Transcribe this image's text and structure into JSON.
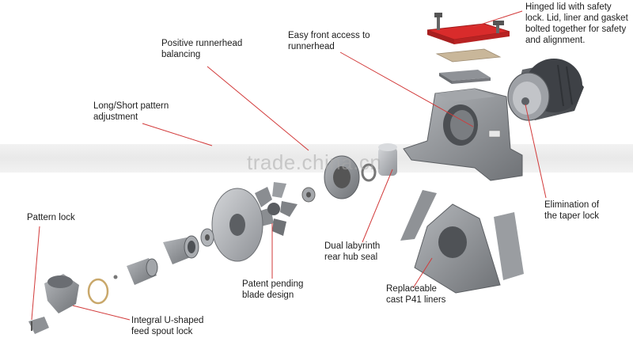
{
  "diagram": {
    "watermark": "trade.china.cn",
    "callouts": {
      "hinged_lid": "Hinged lid with safety\nlock. Lid, liner and gasket\nbolted together for safety\nand alignment.",
      "positive_runnerhead": "Positive runnerhead\nbalancing",
      "easy_front_access": "Easy front access to\nrunnerhead",
      "long_short_pattern": "Long/Short pattern\nadjustment",
      "pattern_lock": "Pattern lock",
      "elimination_taper": "Elimination of\nthe taper lock",
      "dual_labyrinth": "Dual labyrinth\nrear hub seal",
      "patent_pending": "Patent pending\nblade design",
      "replaceable_liners": "Replaceable\ncast P41 liners",
      "integral_spout": "Integral U-shaped\nfeed spout lock"
    },
    "colors": {
      "leader_line": "#d23a3a",
      "lid_red": "#d92b2b",
      "part_gray": "#8c8f93",
      "part_dark": "#5f6266",
      "liner_tan": "#c9b79a",
      "motor_dark": "#4a4d52"
    }
  }
}
